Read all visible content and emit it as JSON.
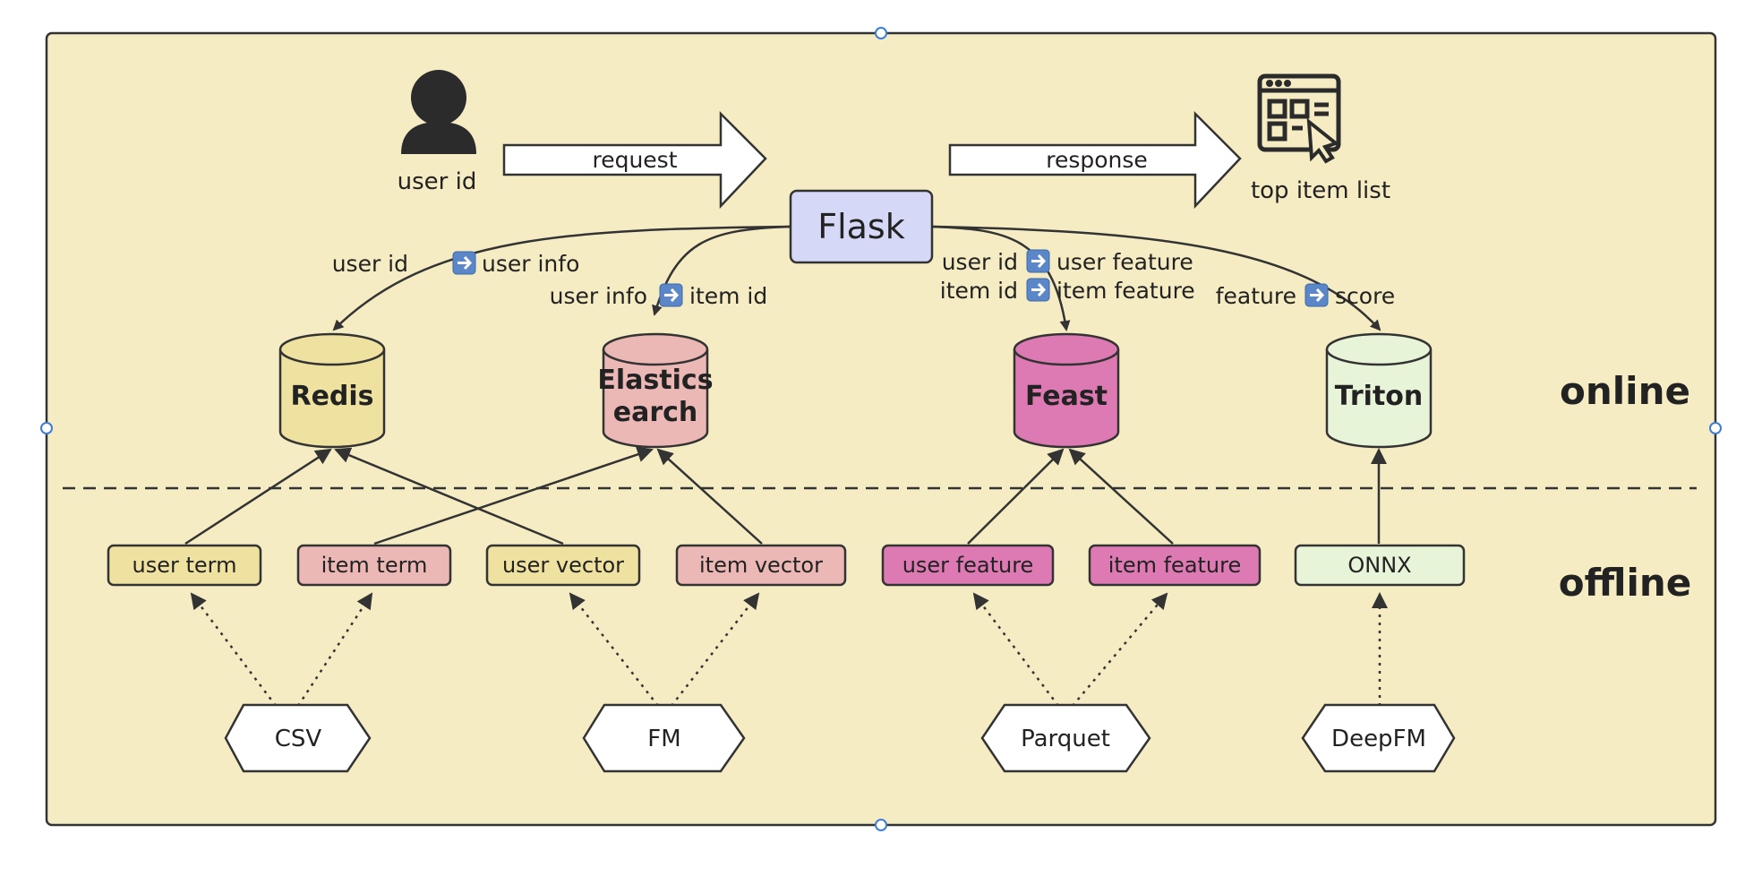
{
  "colors": {
    "canvas": "#f5ecc4",
    "redis": "#efe2a0",
    "elasticsearch": "#ecb8b6",
    "feast": "#de7ab3",
    "triton": "#e8f4d8",
    "flask": "#d6d8f8",
    "term": "#efe2a0",
    "item_term": "#ecb8b6",
    "feature_box": "#de7ab3",
    "onnx": "#e8f4d8",
    "handle": "#3d7dd8"
  },
  "top": {
    "user_label": "user id",
    "request_label": "request",
    "response_label": "response",
    "result_label": "top item list"
  },
  "flask": {
    "label": "Flask"
  },
  "edges": {
    "redis": {
      "from": "user id",
      "to": "user info"
    },
    "elasticsearch": {
      "from": "user info",
      "to": "item id"
    },
    "feast_1": {
      "from": "user id",
      "to": "user feature"
    },
    "feast_2": {
      "from": "item id",
      "to": "item feature"
    },
    "triton": {
      "from": "feature",
      "to": "score"
    }
  },
  "stores": {
    "redis": "Redis",
    "elasticsearch_line1": "Elastics",
    "elasticsearch_line2": "earch",
    "feast": "Feast",
    "triton": "Triton"
  },
  "zones": {
    "online": "online",
    "offline": "offline"
  },
  "artifacts": {
    "user_term": "user term",
    "item_term": "item term",
    "user_vector": "user vector",
    "item_vector": "item vector",
    "user_feature": "user feature",
    "item_feature": "item feature",
    "onnx": "ONNX"
  },
  "sources": {
    "csv": "CSV",
    "fm": "FM",
    "parquet": "Parquet",
    "deepfm": "DeepFM"
  }
}
